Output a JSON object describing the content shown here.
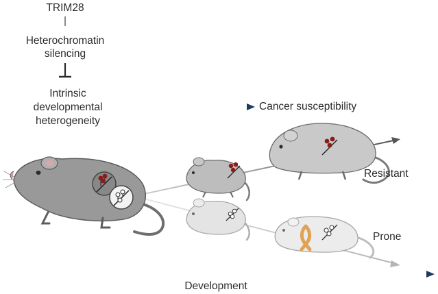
{
  "labels": {
    "trim28": "TRIM28",
    "heterochromatin": "Heterochromatin",
    "silencing": "silencing",
    "intrinsic": "Intrinsic",
    "developmental": "developmental",
    "heterogeneity": "heterogeneity",
    "cancer_susceptibility": "Cancer susceptibility",
    "resistant": "Resistant",
    "prone": "Prone",
    "development": "Development"
  },
  "colors": {
    "text": "#2a2a2a",
    "arrow_navy": "#1f3a5f",
    "mouse_dark": "#8c8c8c",
    "mouse_light": "#d4d4d4",
    "marker_red": "#8b1a1a",
    "ribbon_orange": "#e0a253"
  },
  "icons": {
    "adult_mouse": "mouse-icon",
    "pup_resistant": "mouse-pup-icon",
    "pup_prone": "mouse-pup-icon",
    "resistant_mouse": "mouse-icon",
    "prone_mouse": "mouse-icon",
    "cancer_ribbon": "awareness-ribbon-icon",
    "epigenetic_marker": "chromatin-marker-icon"
  }
}
